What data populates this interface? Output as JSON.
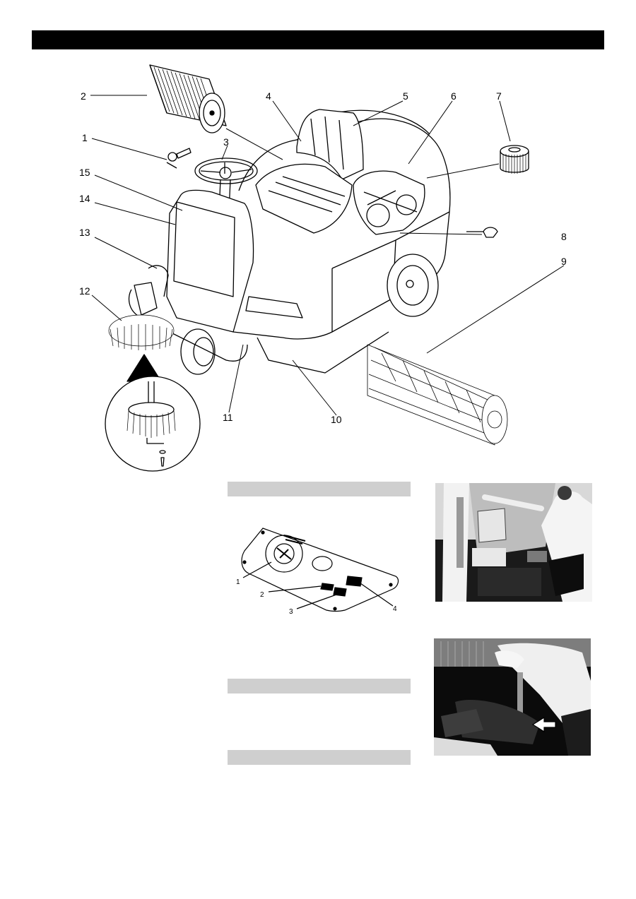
{
  "main_diagram": {
    "callouts": [
      "1",
      "2",
      "3",
      "4",
      "5",
      "6",
      "7",
      "8",
      "9",
      "10",
      "11",
      "12",
      "13",
      "14",
      "15"
    ]
  },
  "control_panel": {
    "callouts": [
      "1",
      "2",
      "3",
      "4"
    ]
  },
  "photos": {
    "operator_opening_hood": "operator-opening-hood-photo",
    "lever_with_arrow": "lever-arrow-photo"
  }
}
